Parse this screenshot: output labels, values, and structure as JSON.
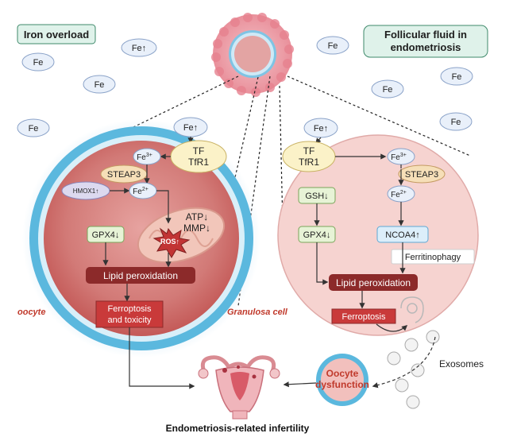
{
  "headings": {
    "iron_overload": "Iron overload",
    "follicular_fluid_line1": "Follicular fluid in",
    "follicular_fluid_line2": "endometriosis"
  },
  "iron_labels": {
    "fe": "Fe",
    "fe_up": "Fe↑"
  },
  "oocyte": {
    "label": "oocyte",
    "tf": "TF",
    "tfr1": "TfR1",
    "fe3": "Fe",
    "fe3_sup": "3+",
    "steap3": "STEAP3",
    "hmox1": "HMOX1↑",
    "fe2": "Fe",
    "fe2_sup": "2+",
    "atp": "ATP↓",
    "mmp": "MMP↓",
    "ros": "ROS↑",
    "gpx4": "GPX4↓",
    "lipid_peroxidation": "Lipid peroxidation",
    "ferroptosis_line1": "Ferroptosis",
    "ferroptosis_line2": "and toxicity"
  },
  "granulosa": {
    "label": "Granulosa cell",
    "tf": "TF",
    "tfr1": "TfR1",
    "fe3": "Fe",
    "fe3_sup": "3+",
    "steap3": "STEAP3",
    "fe2": "Fe",
    "fe2_sup": "2+",
    "gsh": "GSH↓",
    "gpx4": "GPX4↓",
    "ncoa4": "NCOA4↑",
    "ferritinophagy": "Ferritinophagy",
    "lipid_peroxidation": "Lipid peroxidation",
    "ferroptosis": "Ferroptosis"
  },
  "outcomes": {
    "exosomes": "Exosomes",
    "oocyte_dysfunction_line1": "Oocyte",
    "oocyte_dysfunction_line2": "dysfunction",
    "infertility": "Endometriosis-related infertility"
  },
  "colors": {
    "oocyte_ring": "#5bb8de",
    "oocyte_fill": "#cf6a6a",
    "granulosa_fill": "#f6d3d0",
    "dark_red_box": "#8c2a2a",
    "green_box": "#e7f3d6",
    "fe_ellipse": "#e9f0fa",
    "heading_fill": "#dff2ea"
  }
}
